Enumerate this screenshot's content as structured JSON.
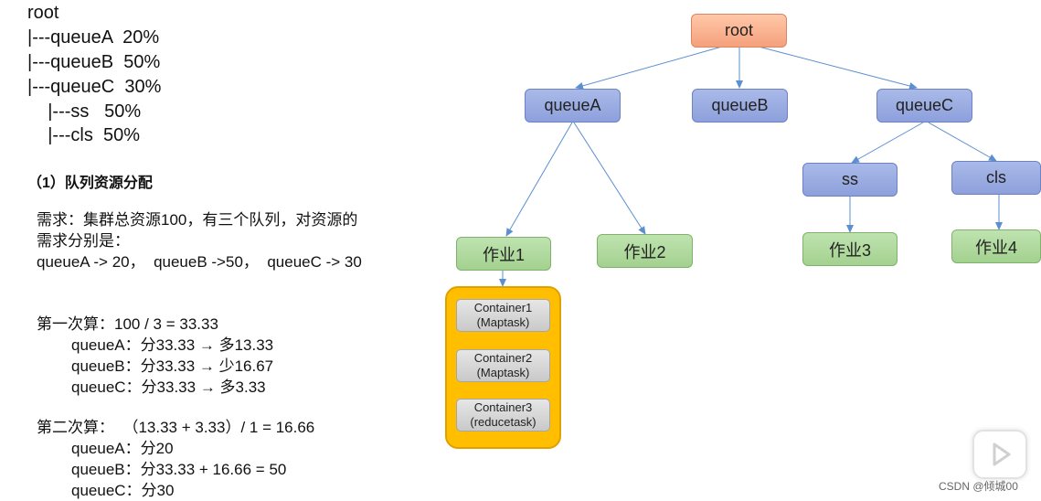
{
  "tree_text": [
    "root",
    "|---queueA  20%",
    "|---queueB  50%",
    "|---queueC  30%",
    "    |---ss   50%",
    "    |---cls  50%"
  ],
  "section_heading": "（1）队列资源分配",
  "requirement": {
    "line1": "需求：集群总资源100，有三个队列，对资源的",
    "line2": "需求分别是：",
    "line3": "queueA -> 20，  queueB ->50，  queueC -> 30"
  },
  "calc1": {
    "title": "第一次算：100 / 3 = 33.33",
    "a": "queueA：分33.33 → 多13.33",
    "b": "queueB：分33.33 → 少16.67",
    "c": "queueC：分33.33 → 多3.33"
  },
  "calc2": {
    "title": "第二次算：  （13.33 + 3.33）/ 1 = 16.66",
    "a": "queueA：分20",
    "b": "queueB：分33.33 + 16.66 = 50",
    "c": "queueC：分30"
  },
  "diagram": {
    "root": "root",
    "queueA": "queueA",
    "queueB": "queueB",
    "queueC": "queueC",
    "ss": "ss",
    "cls": "cls",
    "job1": "作业1",
    "job2": "作业2",
    "job3": "作业3",
    "job4": "作业4",
    "containers": [
      {
        "name": "Container1",
        "task": "(Maptask)"
      },
      {
        "name": "Container2",
        "task": "(Maptask)"
      },
      {
        "name": "Container3",
        "task": "(reducetask)"
      }
    ]
  },
  "colors": {
    "root_node": "#f5a07c",
    "queue_node": "#8ea0dc",
    "job_node": "#a3d18f",
    "container_group": "#ffbe00",
    "arrow": "#5b8fd0"
  },
  "watermark": "CSDN @倾城00",
  "play_icon": "play-icon"
}
